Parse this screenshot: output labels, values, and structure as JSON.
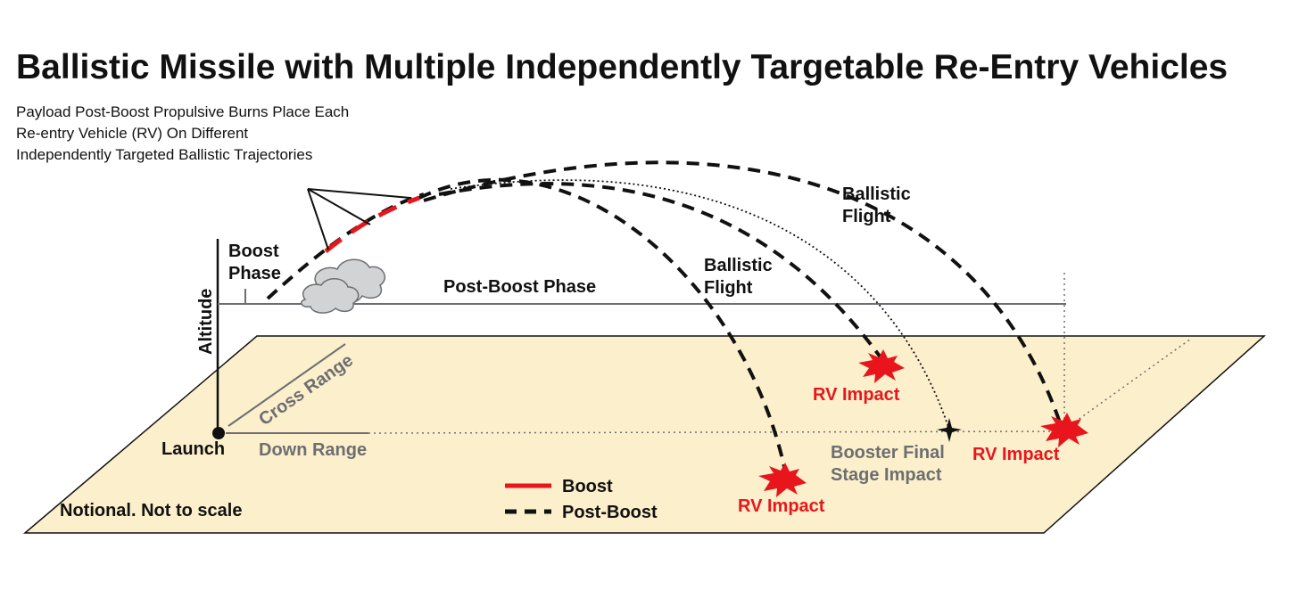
{
  "title": "Ballistic Missile with Multiple Independently Targetable Re-Entry Vehicles",
  "subtitle_lines": [
    "Payload Post-Boost Propulsive Burns Place Each",
    "Re-entry Vehicle (RV) On Different",
    "Independently Targeted Ballistic Trajectories"
  ],
  "labels": {
    "boost_phase": [
      "Boost",
      "Phase"
    ],
    "post_boost_phase": "Post-Boost Phase",
    "ballistic_flight_1": [
      "Ballistic",
      "Flight"
    ],
    "ballistic_flight_2": [
      "Ballistic",
      "Flight"
    ],
    "altitude": "Altitude",
    "cross_range": "Cross Range",
    "launch": "Launch",
    "down_range": "Down Range",
    "rv_impact_1": "RV Impact",
    "rv_impact_2": "RV Impact",
    "rv_impact_3": "RV Impact",
    "booster_impact": [
      "Booster Final",
      "Stage Impact"
    ],
    "note": "Notional. Not to scale"
  },
  "legend": {
    "boost": "Boost",
    "post_boost": "Post-Boost"
  },
  "colors": {
    "boost": "#e8161c",
    "post_boost": "#111111",
    "ground": "#fcefcb",
    "axis_gray": "#6d6e71",
    "cloud": "#d2d3d5"
  }
}
